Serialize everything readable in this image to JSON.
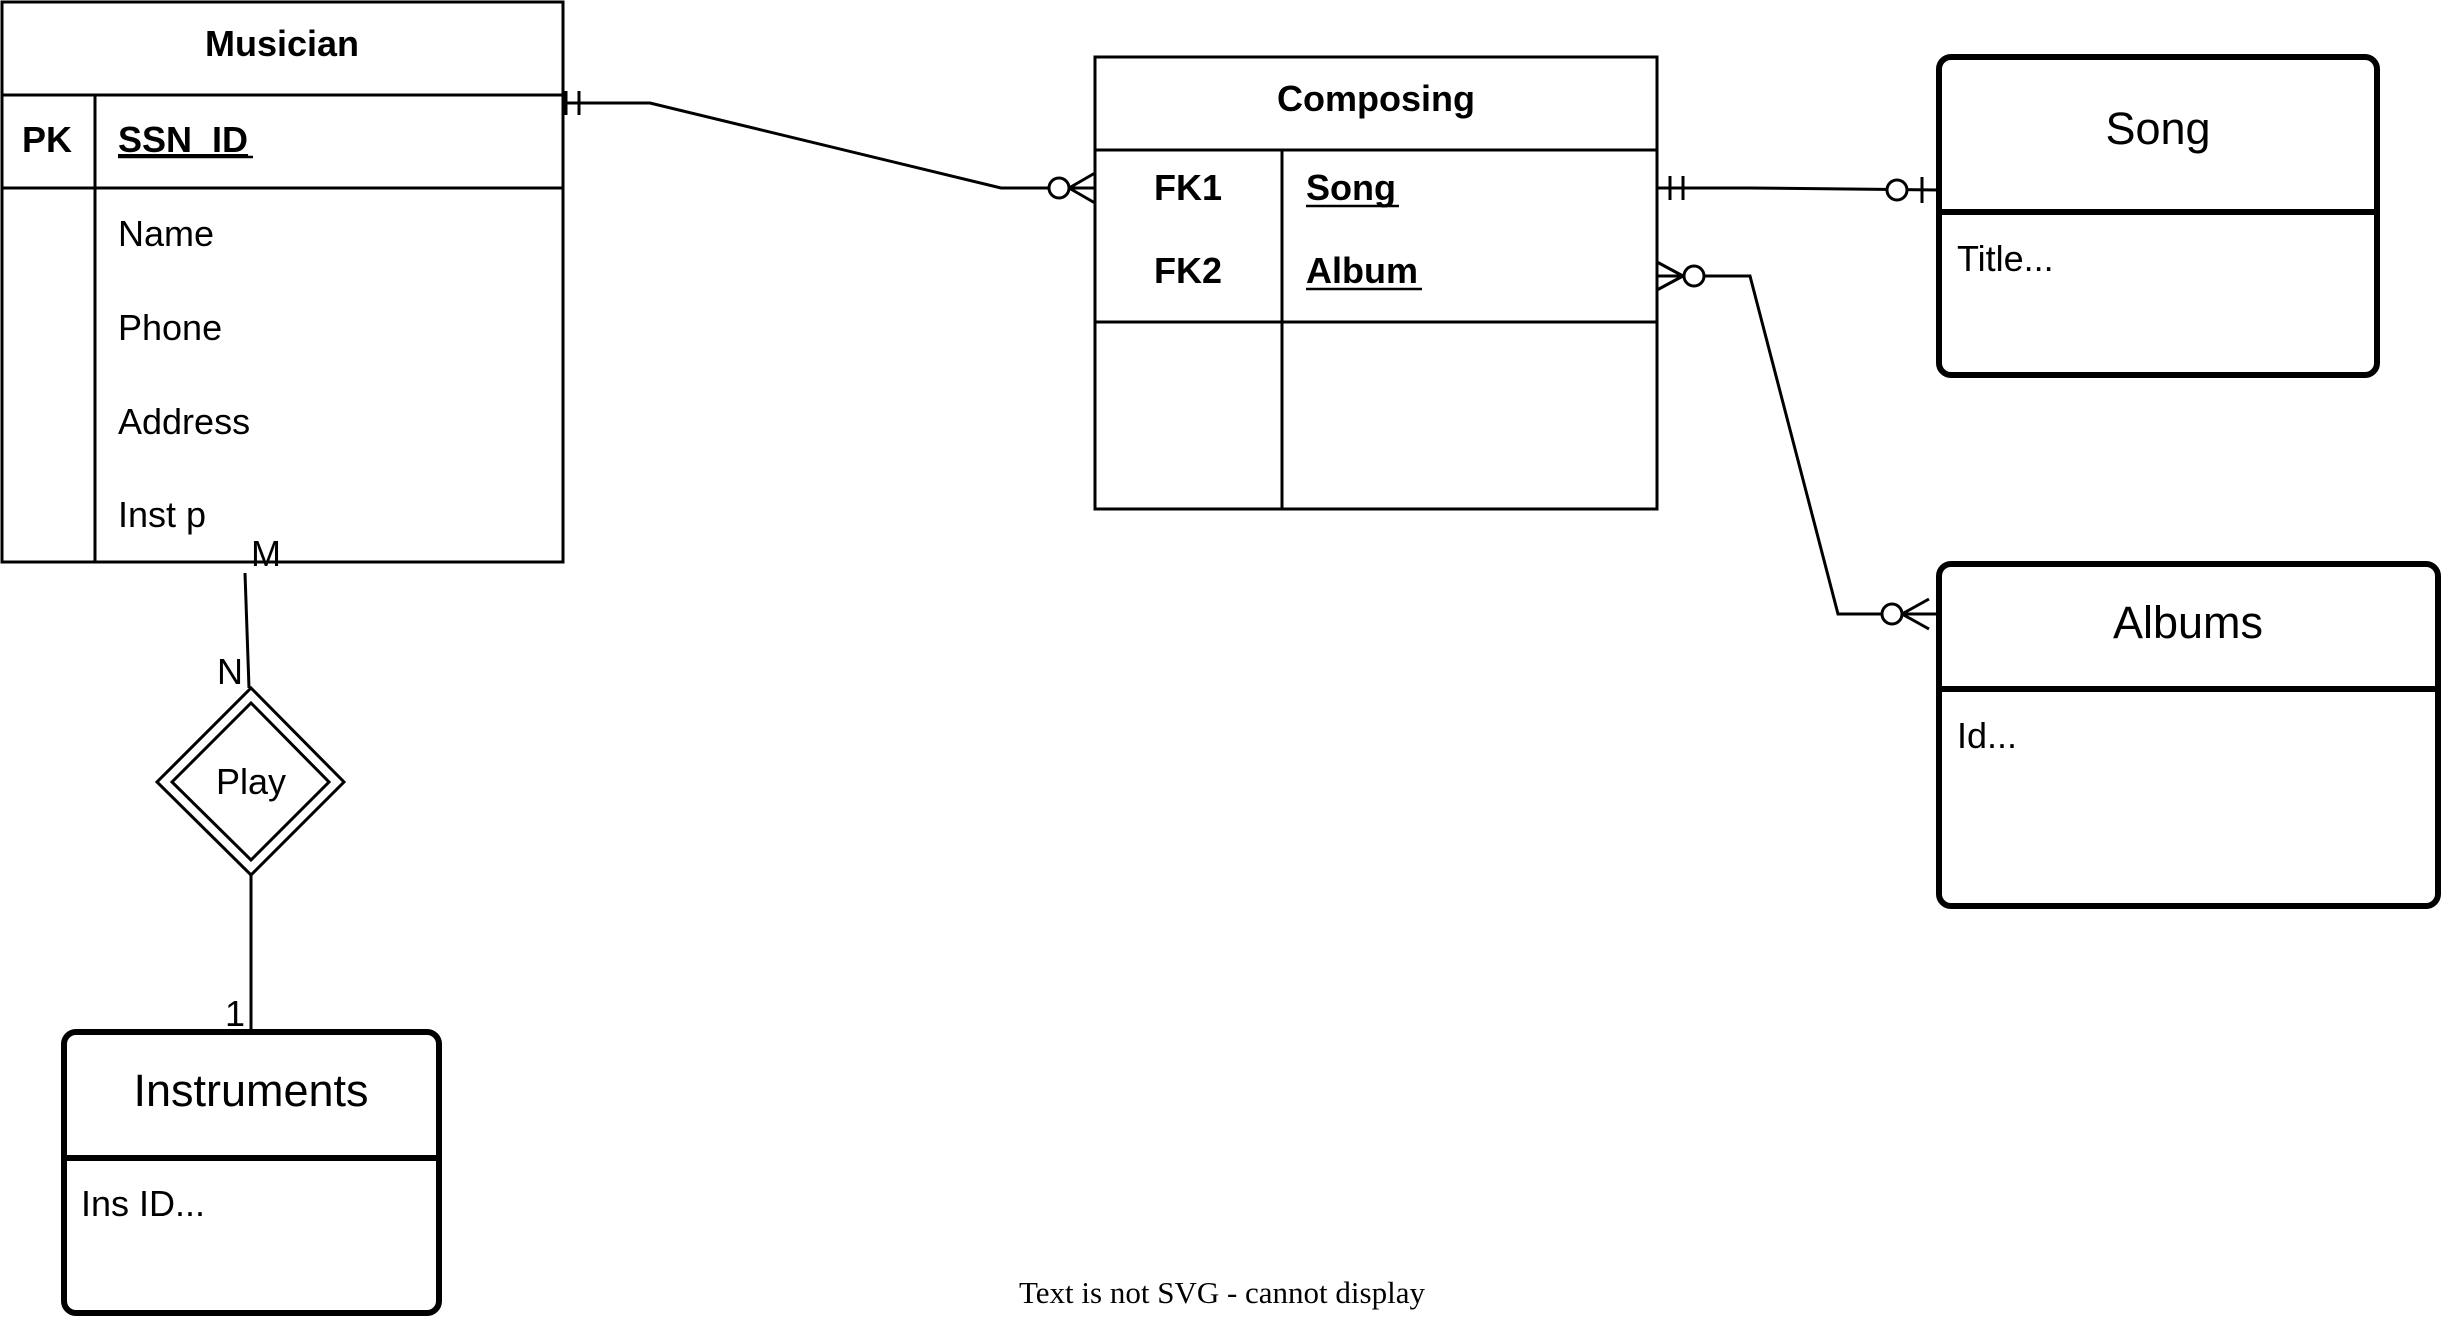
{
  "diagram": {
    "footer_text": "Text is not SVG - cannot display",
    "musician": {
      "title": "Musician",
      "pk_key": "PK",
      "pk_field": "SSN_ID",
      "fields": [
        "Name",
        "Phone",
        "Address",
        "Inst p"
      ]
    },
    "composing": {
      "title": "Composing",
      "fk1_key": "FK1",
      "fk1_field": "Song",
      "fk2_key": "FK2",
      "fk2_field": "Album"
    },
    "song": {
      "title": "Song",
      "body": "Title..."
    },
    "albums": {
      "title": "Albums",
      "body": "Id..."
    },
    "instruments": {
      "title": "Instruments",
      "body": "Ins ID..."
    },
    "play": {
      "label": "Play",
      "card_m": "M",
      "card_n": "N",
      "card_1": "1"
    }
  }
}
